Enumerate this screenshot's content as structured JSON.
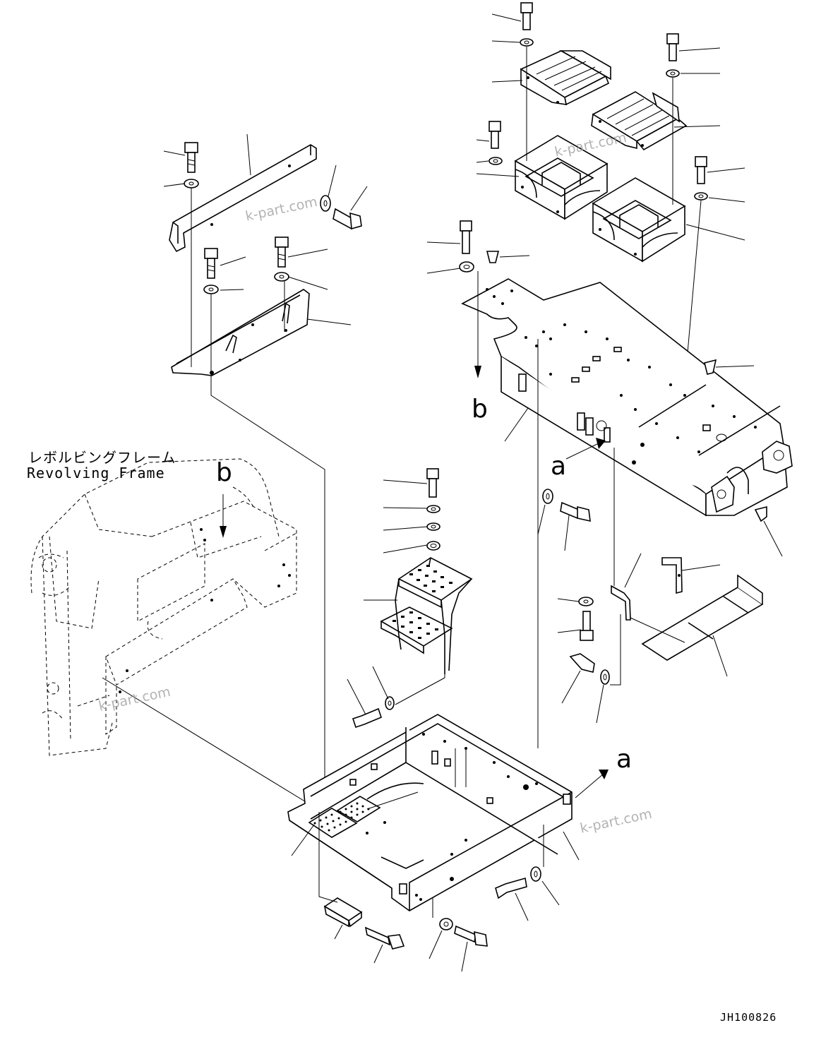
{
  "drawing": {
    "frame_label_jp": "レボルビングフレーム",
    "frame_label_en": "Revolving Frame",
    "callouts": [
      "a",
      "a",
      "b",
      "b"
    ],
    "watermark": "k-part.com",
    "drawing_code": "JH100826"
  },
  "colors": {
    "line": "#000000",
    "background": "#ffffff",
    "watermark": "#9a9a9a"
  }
}
